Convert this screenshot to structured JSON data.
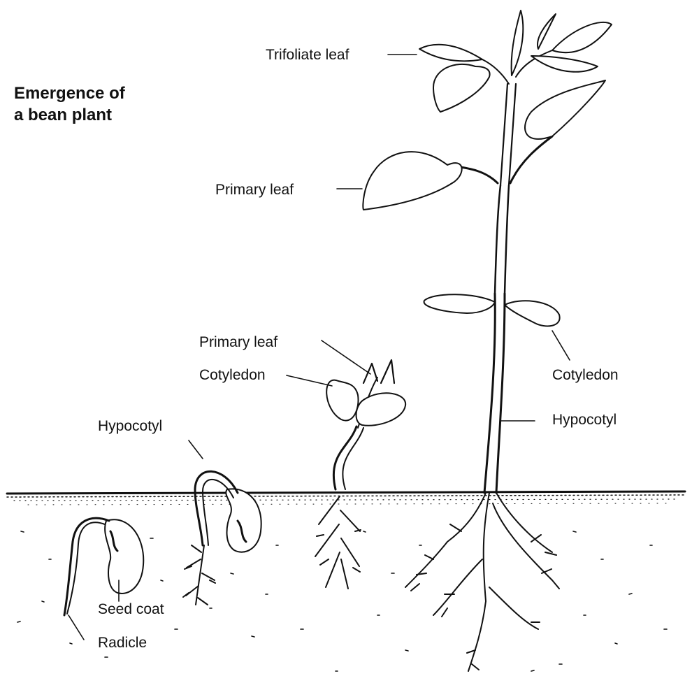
{
  "title": {
    "line1": "Emergence of",
    "line2": "a bean plant"
  },
  "labels": {
    "trifoliate_leaf": "Trifoliate leaf",
    "primary_leaf_mature": "Primary leaf",
    "cotyledon_mature": "Cotyledon",
    "hypocotyl_mature": "Hypocotyl",
    "primary_leaf_seedling": "Primary leaf",
    "cotyledon_seedling": "Cotyledon",
    "hypocotyl_hook": "Hypocotyl",
    "seed_coat": "Seed coat",
    "radicle": "Radicle"
  },
  "colors": {
    "ink": "#111111",
    "leaf_fill": "#ffffff",
    "paper": "#ffffff"
  }
}
